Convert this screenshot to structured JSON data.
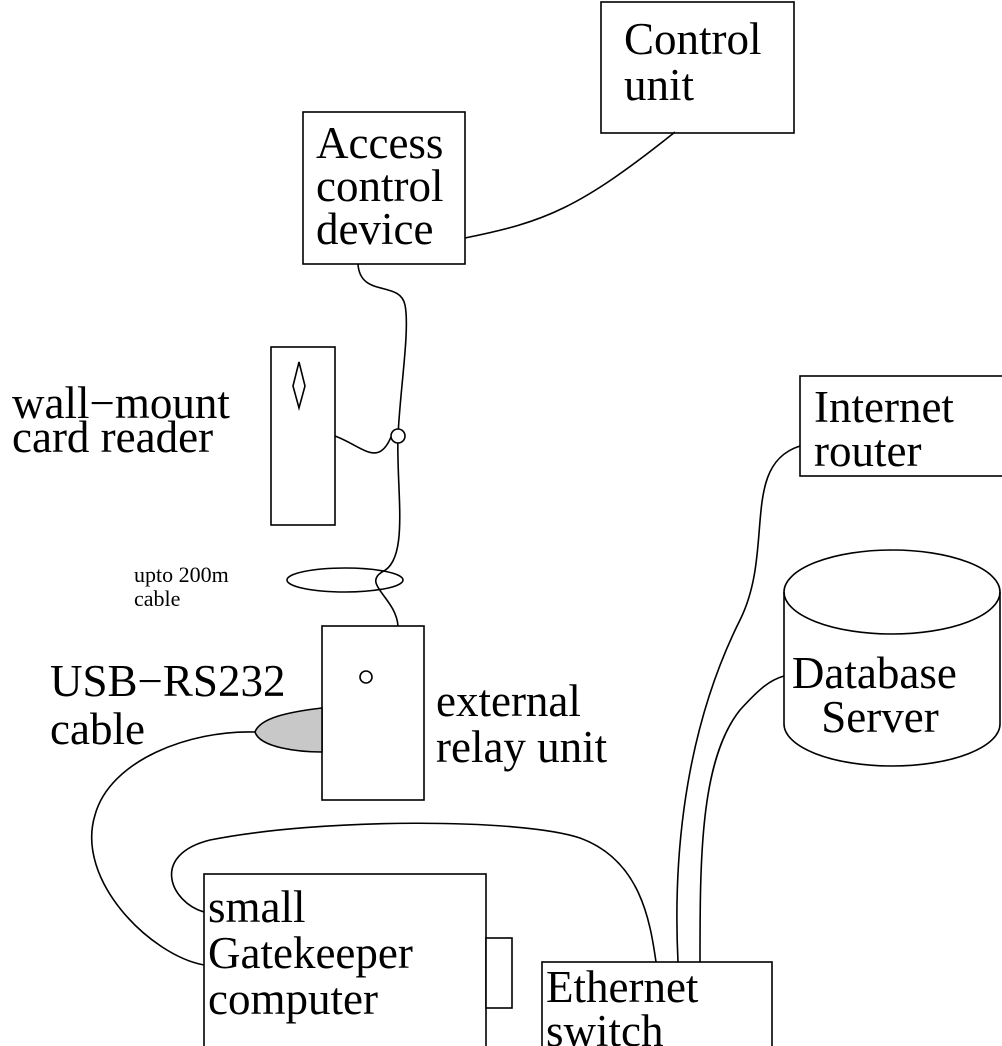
{
  "nodes": {
    "control_unit": {
      "lines": [
        "Control",
        "unit"
      ]
    },
    "access_control": {
      "lines": [
        "Access",
        "control",
        "device"
      ]
    },
    "card_reader": {
      "lines": [
        "wall−mount",
        "card reader"
      ]
    },
    "cable_note": {
      "lines": [
        "upto 200m",
        "cable"
      ]
    },
    "relay_unit": {
      "lines": [
        "external",
        "relay unit"
      ]
    },
    "usb_cable": {
      "lines": [
        "USB−RS232",
        "cable"
      ]
    },
    "gatekeeper": {
      "lines": [
        "small",
        "Gatekeeper",
        "computer"
      ]
    },
    "ethernet": {
      "lines": [
        "Ethernet",
        "switch"
      ]
    },
    "internet_router": {
      "lines": [
        "Internet",
        "router"
      ]
    },
    "database": {
      "lines": [
        "Database",
        "Server"
      ]
    }
  },
  "colors": {
    "stroke": "#000000",
    "plug_fill": "#c8c8c8",
    "background": "#ffffff"
  }
}
